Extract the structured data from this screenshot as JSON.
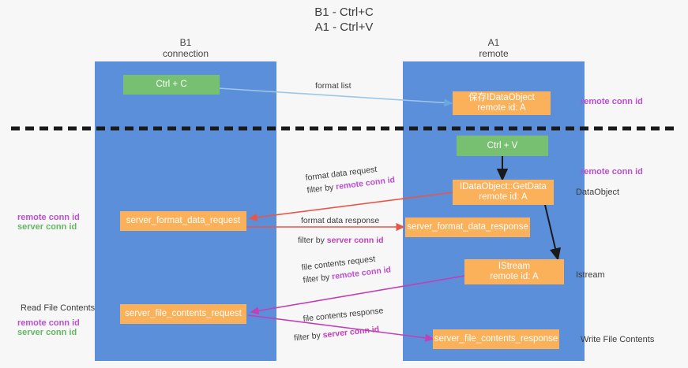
{
  "title": "B1 - Ctrl+C\nA1 - Ctrl+V",
  "columns": [
    {
      "id": "b1",
      "header": "B1\nconnection"
    },
    {
      "id": "a1",
      "header": "A1\nremote"
    }
  ],
  "colors": {
    "lane": "#5b8fd9",
    "green_node": "#77c072",
    "orange_node": "#fbb05a",
    "purple_text": "#bb4fd0",
    "green_text": "#62b862",
    "red_arrow": "#e8564a",
    "magenta_arrow": "#c13fb8",
    "blue_arrow": "#9dc6e8",
    "black_arrow": "#1a1a1a",
    "divider": "#1a1a1a"
  },
  "nodes": {
    "ctrl_c": "Ctrl + C",
    "save_idataobject": "保存IDataObject\nremote id: A",
    "ctrl_v": "Ctrl + V",
    "getdata": "IDataObject::GetData\nremote id: A",
    "server_format_data_request": "server_format_data_request",
    "server_format_data_response": "server_format_data_response",
    "istream": "IStream\nremote id: A",
    "server_file_contents_request": "server_file_contents_request",
    "server_file_contents_response": "server_file_contents_response"
  },
  "edge_labels": {
    "format_list": "format list",
    "format_data_request": "format data request",
    "format_data_request_filter_prefix": "filter by ",
    "format_data_request_filter_key": "remote conn id",
    "format_data_response": "format data response",
    "format_data_response_filter_prefix": "filter by ",
    "format_data_response_filter_key": "server conn id",
    "file_contents_request": "file contents request",
    "file_contents_request_filter_prefix": "filter by ",
    "file_contents_request_filter_key": "remote conn id",
    "file_contents_response": "file contents response",
    "file_contents_response_filter_prefix": "filter by ",
    "file_contents_response_filter_key": "server conn id"
  },
  "annotations": {
    "right_remote_conn_id_top": "remote conn id",
    "right_remote_conn_id_mid": "remote conn id",
    "right_dataobject": "DataObject",
    "right_istream": "Istream",
    "right_write_file_contents": "Write File Contents",
    "left_remote_conn_id_mid": "remote conn id",
    "left_server_conn_id_mid": "server conn id",
    "left_read_file_contents": "Read File Contents",
    "left_remote_conn_id_bottom": "remote conn id",
    "left_server_conn_id_bottom": "server conn id"
  }
}
